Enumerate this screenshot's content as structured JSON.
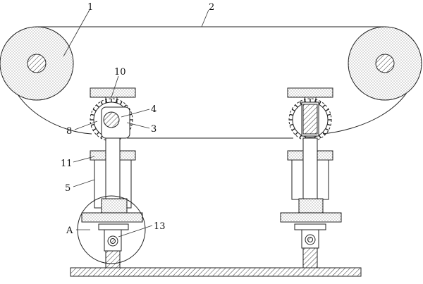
{
  "diagram": {
    "callouts": [
      {
        "id": "c1",
        "text": "1"
      },
      {
        "id": "c2",
        "text": "2"
      },
      {
        "id": "c3",
        "text": "3"
      },
      {
        "id": "c4",
        "text": "4"
      },
      {
        "id": "c5",
        "text": "5"
      },
      {
        "id": "c8",
        "text": "8"
      },
      {
        "id": "c10",
        "text": "10"
      },
      {
        "id": "c11",
        "text": "11"
      },
      {
        "id": "c13",
        "text": "13"
      },
      {
        "id": "cA",
        "text": "A"
      }
    ],
    "stroke_color": "#222222",
    "background_color": "#ffffff"
  }
}
